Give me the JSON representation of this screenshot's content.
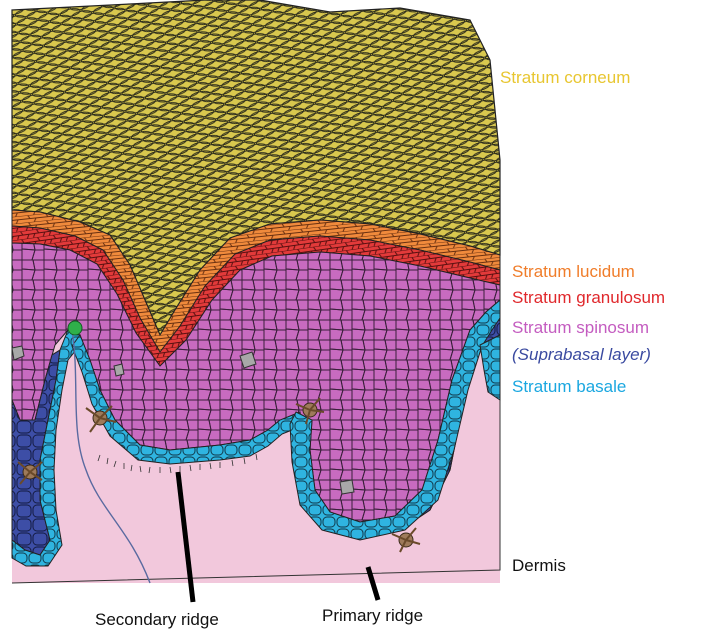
{
  "labels": {
    "corneum": "Stratum corneum",
    "lucidum": "Stratum lucidum",
    "granulosum": "Stratum granulosum",
    "spinosum": "Stratum spinosum",
    "suprabasal": "(Suprabasal layer)",
    "basale": "Stratum basale",
    "dermis": "Dermis",
    "secondary_ridge": "Secondary ridge",
    "primary_ridge": "Primary ridge"
  },
  "colors": {
    "corneum_fill": "#d9c84e",
    "corneum_label": "#e8c630",
    "lucidum_fill": "#f08a3c",
    "lucidum_label": "#f07d2a",
    "granulosum_fill": "#e23a3a",
    "granulosum_label": "#e0282c",
    "spinosum_fill": "#c86bc0",
    "spinosum_label": "#c45cc0",
    "suprabasal_label": "#3a4aa0",
    "basale_fill": "#2fb4e0",
    "basale_label": "#1aa7e0",
    "deep_basal_fill": "#3d4ea6",
    "dermis_fill": "#f2c8dc",
    "melanocyte_fill": "#9e7a5a",
    "merkel_fill": "#2fb04a",
    "langerhans_fill": "#a8a8a8",
    "outline": "#222222"
  }
}
